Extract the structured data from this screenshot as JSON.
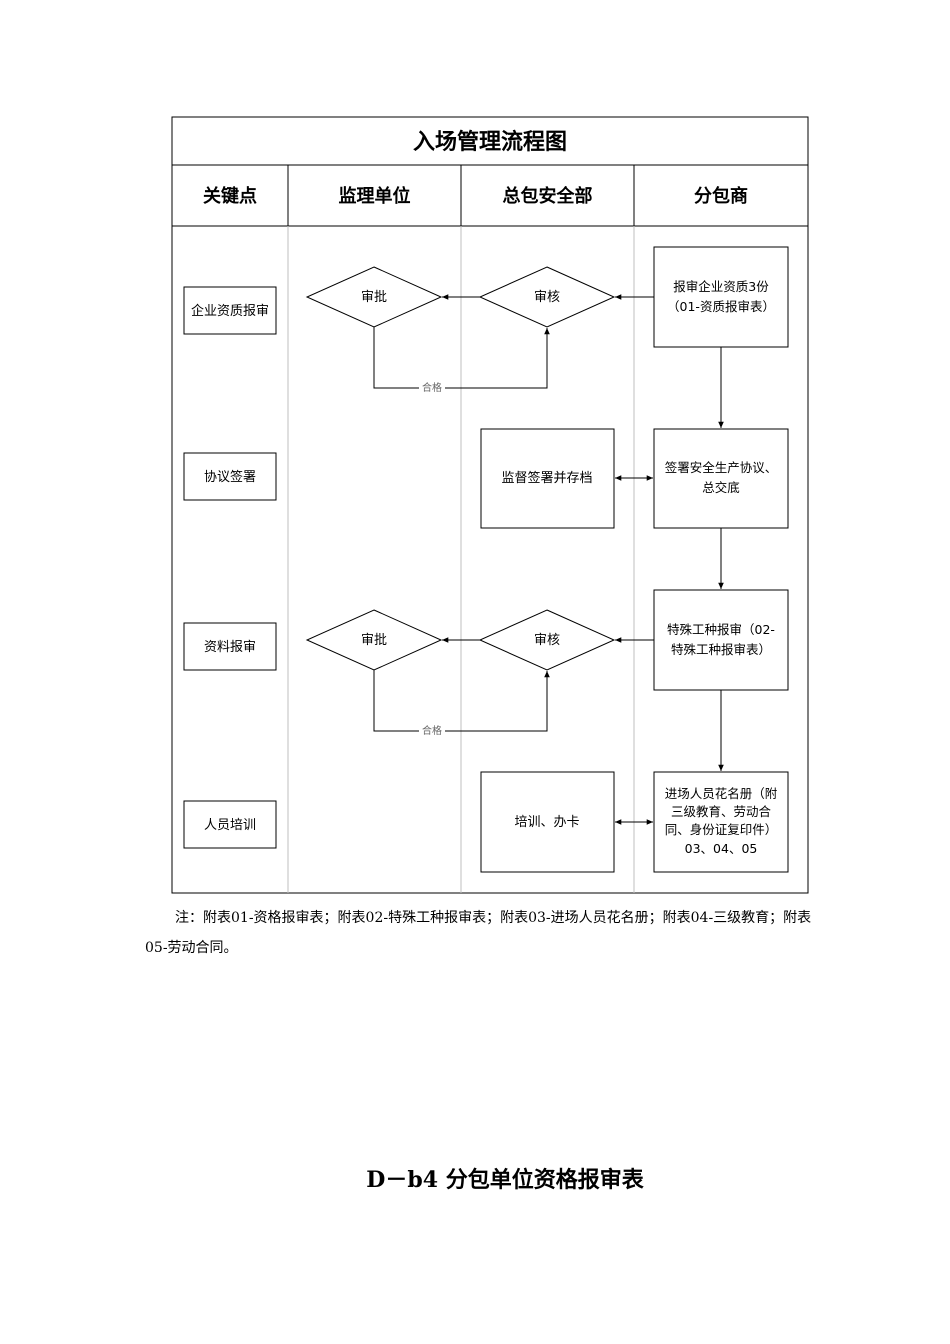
{
  "flowchart": {
    "title": "入场管理流程图",
    "columns": [
      "关键点",
      "监理单位",
      "总包安全部",
      "分包商"
    ],
    "key_points": [
      "企业资质报审",
      "协议签署",
      "资料报审",
      "人员培训"
    ],
    "nodes": {
      "review_1": "审核",
      "approve_1": "审批",
      "qualify_1": "合格",
      "submit_1": [
        "报审企业资质3份",
        "（01-资质报审表）"
      ],
      "sign_protocol": [
        "签署安全生产协议、",
        "总交底"
      ],
      "supervise_archive": "监督签署并存档",
      "submit_2": [
        "特殊工种报审（02-",
        "特殊工种报审表）"
      ],
      "review_2": "审核",
      "approve_2": "审批",
      "qualify_2": "合格",
      "roster": [
        "进场人员花名册（附",
        "三级教育、劳动合",
        "同、身份证复印件）",
        "03、04、05"
      ],
      "training": "培训、办卡"
    }
  },
  "note": "注：附表01-资格报审表；附表02-特殊工种报审表；附表03-进场人员花名册；附表04-三级教育；附表05-劳动合同。",
  "section_title": "D－b4  分包单位资格报审表"
}
